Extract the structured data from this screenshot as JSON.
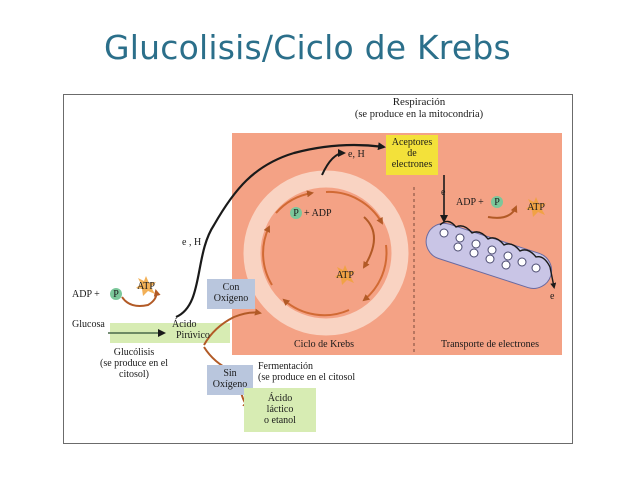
{
  "slide": {
    "title": "Glucolisis/Ciclo de Krebs"
  },
  "diagram": {
    "respiracion": {
      "title": "Respiración",
      "subtitle": "(se produce en la mitocondria)"
    },
    "aceptores": [
      "Aceptores",
      "de",
      "electrones"
    ],
    "e_h_top": "e, H",
    "e_h_mid": "e , H",
    "e_right": "e",
    "e_bottom": "e",
    "adp_left": "ADP +",
    "p_left": "P",
    "atp_left": "ATP",
    "adp_right": "ADP +",
    "p_right": "P",
    "atp_right": "ATP",
    "krebs_inner": {
      "p": "P",
      "adp": "+ ADP",
      "atp": "ATP"
    },
    "glucosa": "Glucosa",
    "acido_piruvico": [
      "Ácido",
      "Pirúvico"
    ],
    "glucolisis": [
      "Glucólisis",
      "(se produce en el",
      "citosol)"
    ],
    "con_oxigeno": [
      "Con",
      "Oxígeno"
    ],
    "sin_oxigeno": [
      "Sin",
      "Oxígeno"
    ],
    "fermentacion": [
      "Fermentación",
      "(se produce en el citosol"
    ],
    "acido_lactico": [
      "Ácido",
      "láctico",
      "o etanol"
    ],
    "ciclo_krebs": "Ciclo de Krebs",
    "transporte": "Transporte de electrones",
    "colors": {
      "mito": "#f4a285",
      "ring": "#f9d3c2",
      "yellow": "#f3e13a",
      "green_box": "#d7ecb3",
      "blue_box": "#b9c6dd",
      "p_circle": "#7bc79a",
      "atp_star": "#f0a23a",
      "membrane": "#c9c5e6",
      "arrow": "#c0602a"
    }
  }
}
